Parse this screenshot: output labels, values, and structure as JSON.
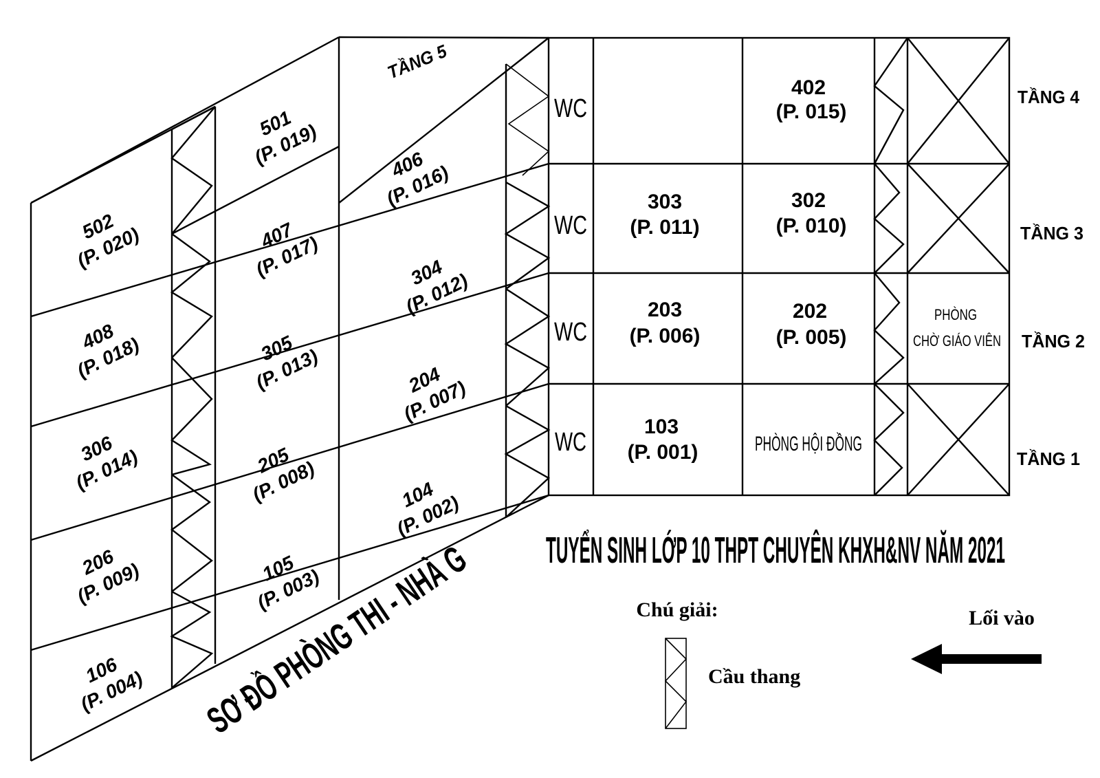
{
  "title": "TUYỂN SINH LỚP 10 THPT CHUYÊN KHXH&NV NĂM 2021",
  "side_title": "SƠ ĐỒ PHÒNG THI - NHÀ G",
  "floors": {
    "t5": "TẦNG 5",
    "t4": "TẦNG 4",
    "t3": "TẦNG 3",
    "t2": "TẦNG 2",
    "t1": "TẦNG 1"
  },
  "front": {
    "wc": "WC",
    "r402": [
      "402",
      "(P. 015)"
    ],
    "r303": [
      "303",
      "(P. 011)"
    ],
    "r302": [
      "302",
      "(P. 010)"
    ],
    "r203": [
      "203",
      "(P. 006)"
    ],
    "r202": [
      "202",
      "(P. 005)"
    ],
    "r103": [
      "103",
      "(P. 001)"
    ],
    "phong_hoi_dong": "PHÒNG HỘI ĐỒNG",
    "phong_cho": [
      "PHÒNG",
      "CHỜ GIÁO VIÊN"
    ]
  },
  "side": {
    "r502": [
      "502",
      "(P. 020)"
    ],
    "r408": [
      "408",
      "(P. 018)"
    ],
    "r306": [
      "306",
      "(P. 014)"
    ],
    "r206": [
      "206",
      "(P. 009)"
    ],
    "r106": [
      "106",
      "(P. 004)"
    ],
    "r501": [
      "501",
      "(P. 019)"
    ],
    "r407": [
      "407",
      "(P. 017)"
    ],
    "r305": [
      "305",
      "(P. 013)"
    ],
    "r205": [
      "205",
      "(P. 008)"
    ],
    "r105": [
      "105",
      "(P. 003)"
    ],
    "r406": [
      "406",
      "(P. 016)"
    ],
    "r304": [
      "304",
      "(P. 012)"
    ],
    "r204": [
      "204",
      "(P. 007)"
    ],
    "r104": [
      "104",
      "(P. 002)"
    ]
  },
  "legend": {
    "title": "Chú giải:",
    "stairs": "Cầu thang",
    "entrance": "Lối vào"
  }
}
